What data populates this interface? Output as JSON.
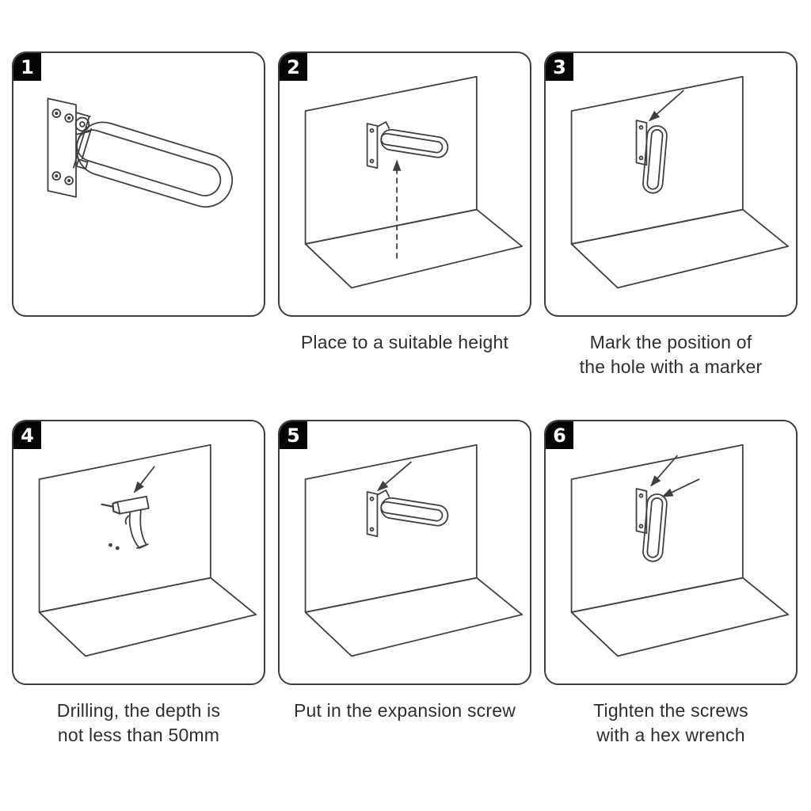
{
  "sheet_title": "grab-bar-installation-instructions",
  "colors": {
    "background": "#ffffff",
    "line_ink": "#3f3f3f",
    "badge_background": "#050505",
    "badge_text": "#ffffff",
    "caption_text": "#2e2e2e"
  },
  "steps": [
    {
      "number": "1",
      "caption": "",
      "illustration": "folding-grab-bar-product-view"
    },
    {
      "number": "2",
      "caption": "Place to a suitable height",
      "illustration": "grab-bar-on-wall-with-height-line"
    },
    {
      "number": "3",
      "caption": "Mark the position of\nthe hole with a marker",
      "illustration": "marker-arrow-at-mounting-plate"
    },
    {
      "number": "4",
      "caption": "Drilling, the depth is\nnot less than 50mm",
      "illustration": "power-drill-at-wall-holes"
    },
    {
      "number": "5",
      "caption": "Put in the expansion screw",
      "illustration": "expansion-screw-arrow-at-plate"
    },
    {
      "number": "6",
      "caption": "Tighten the screws\nwith a hex wrench",
      "illustration": "tighten-screws-arrows-at-plate"
    }
  ]
}
